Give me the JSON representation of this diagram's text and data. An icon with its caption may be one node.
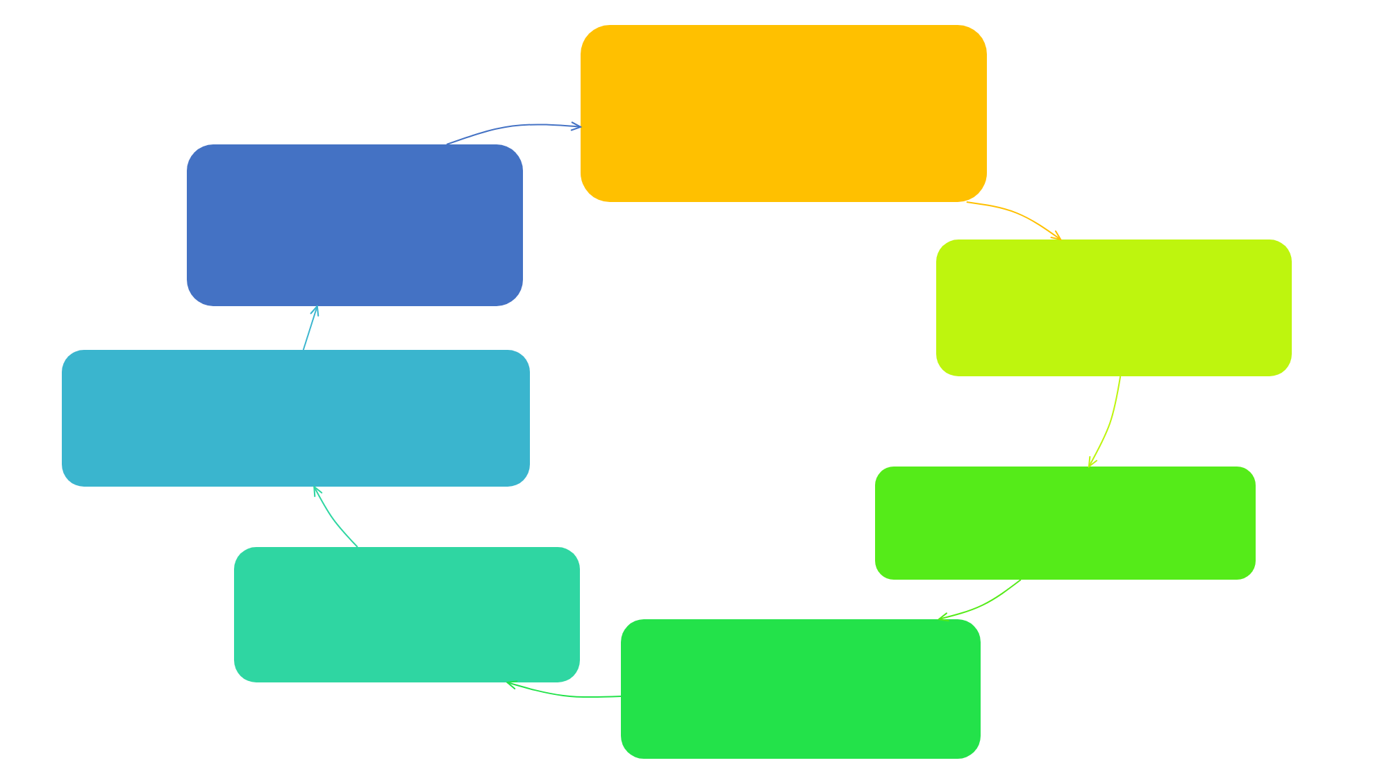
{
  "diagram": {
    "nodes": [
      {
        "text": [],
        "shape": "box"
      },
      {
        "text": [],
        "shape": "box"
      },
      {
        "text": [],
        "shape": "box"
      },
      {
        "text": [],
        "shape": "box"
      },
      {
        "text": [],
        "shape": "box"
      },
      {
        "text": [],
        "shape": "box"
      },
      {
        "text": [],
        "shape": "box"
      }
    ],
    "edges": [
      {
        "from": 0,
        "to": 1,
        "arrow": "to",
        "color": "#4472c4"
      },
      {
        "from": 1,
        "to": 2,
        "arrow": "to",
        "color": "#ffc000"
      },
      {
        "from": 2,
        "to": 3,
        "arrow": "to",
        "color": "#bef50e"
      },
      {
        "from": 3,
        "to": 4,
        "arrow": "to",
        "color": "#55eb19"
      },
      {
        "from": 4,
        "to": 5,
        "arrow": "to",
        "color": "#23e24a"
      },
      {
        "from": 5,
        "to": 6,
        "arrow": "to",
        "color": "#2fd6a2"
      },
      {
        "from": 6,
        "to": 0,
        "arrow": "to",
        "color": "#3ab5ce"
      }
    ]
  }
}
